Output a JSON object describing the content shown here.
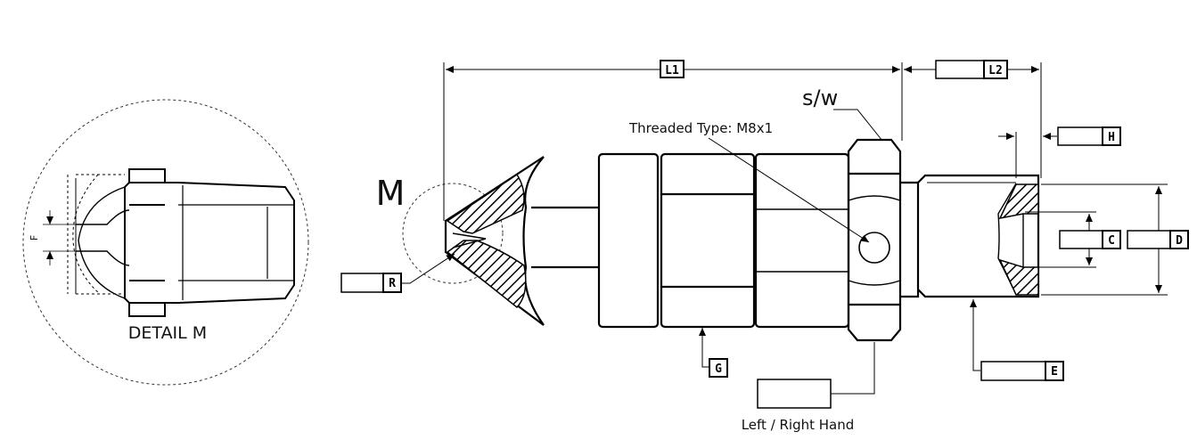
{
  "diagram": {
    "detail_caption": "DETAIL M",
    "detail_dim_label": "F",
    "detail_marker": "M",
    "callout_threaded": "Threaded Type: M8x1",
    "callout_sw": "s/w",
    "hand_caption": "Left / Right Hand",
    "hand_value": "",
    "dims": {
      "L1": {
        "code": "L1",
        "value": ""
      },
      "L2": {
        "code": "L2",
        "value": ""
      },
      "H": {
        "code": "H",
        "value": ""
      },
      "C": {
        "code": "C",
        "value": ""
      },
      "D": {
        "code": "D",
        "value": ""
      },
      "R": {
        "code": "R",
        "value": ""
      },
      "G": {
        "code": "G",
        "value": ""
      },
      "E": {
        "code": "E",
        "value": ""
      }
    }
  }
}
